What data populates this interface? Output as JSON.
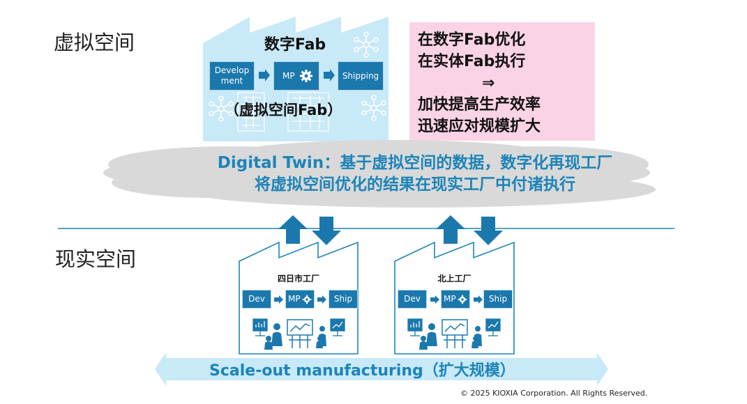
{
  "labels": {
    "virtual_space": "虚拟空间",
    "real_space": "现实空间"
  },
  "virtual_fab": {
    "title": "数字Fab",
    "subtitle": "（虚拟空间Fab）",
    "steps": [
      "Develop\nment",
      "MP",
      "Shipping"
    ]
  },
  "benefits": {
    "lines": [
      "在数字Fab优化",
      "在实体Fab执行",
      "⇒",
      "加快提高生产效率",
      "迅速应对规模扩大"
    ]
  },
  "digital_twin": {
    "lines": [
      "Digital Twin：基于虚拟空间的数据，数字化再现工厂",
      "将虚拟空间优化的结果在现实工厂中付诸执行"
    ]
  },
  "factories": [
    {
      "name": "四日市工厂",
      "steps": [
        "Dev",
        "MP",
        "Ship"
      ]
    },
    {
      "name": "北上工厂",
      "steps": [
        "Dev",
        "MP",
        "Ship"
      ]
    }
  ],
  "scale_out": {
    "label": "Scale-out manufacturing（扩大规模）"
  },
  "copyright": "© 2025 KIOXIA Corporation. All Rights Reserved.",
  "colors": {
    "accent_blue": "#1d84b8",
    "step_box": "#1b78ad",
    "virtual_fab_bg": "#c8e9f7",
    "benefit_bg": "#fbd3e6",
    "cloud": "#d9d9d9",
    "scale_arrow": "#c8e9f7"
  },
  "icons": [
    "gear-icon",
    "network-node-icon",
    "circuit-board-icon",
    "chart-board-icon",
    "worker-icon",
    "up-arrow-icon",
    "down-arrow-icon"
  ]
}
